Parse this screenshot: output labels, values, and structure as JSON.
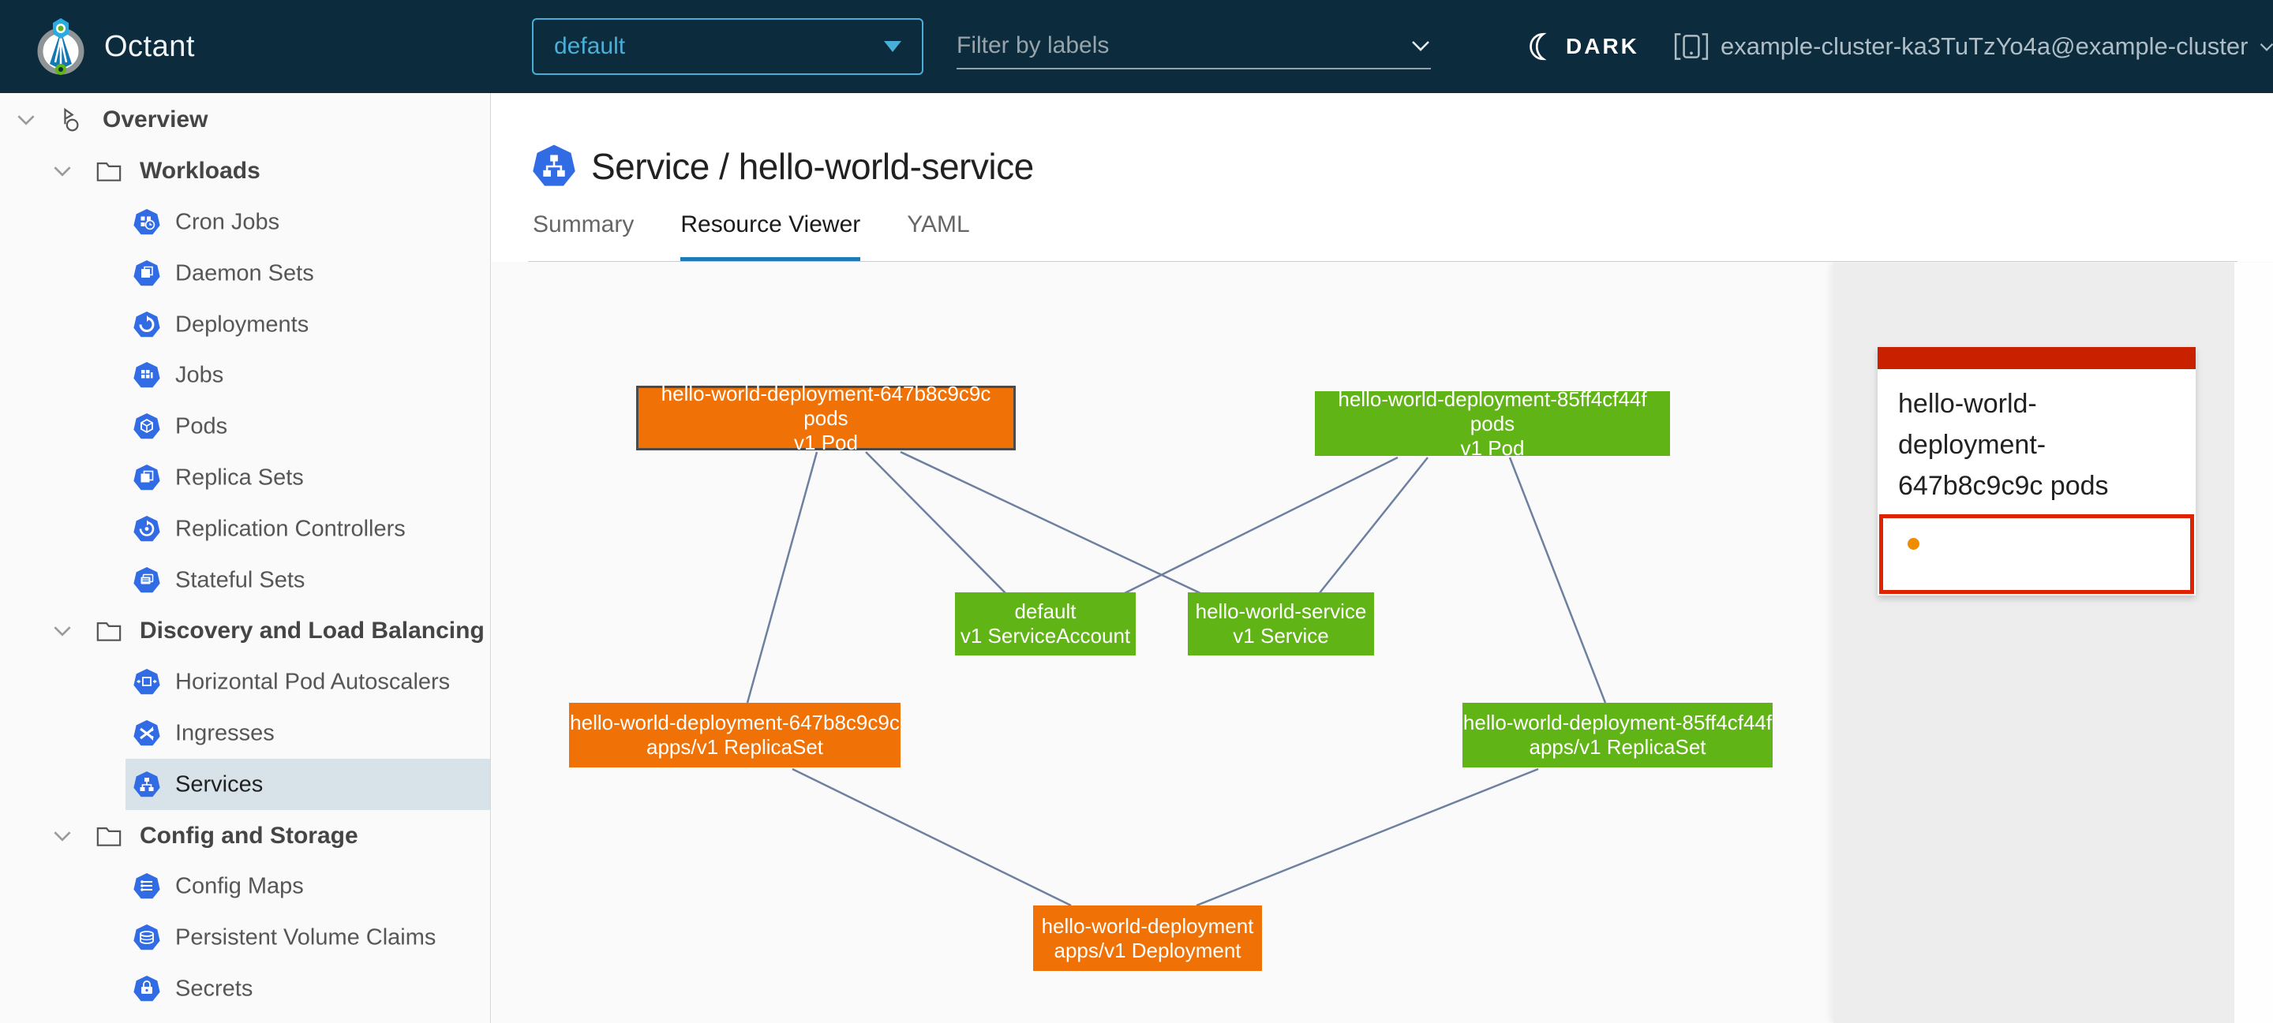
{
  "header": {
    "app_title": "Octant",
    "namespace_dropdown": {
      "value": "default"
    },
    "label_filter": {
      "placeholder": "Filter by labels"
    },
    "theme_toggle": {
      "label": "DARK"
    },
    "cluster_selector": {
      "value": "example-cluster-ka3TuTzYo4a@example-cluster"
    }
  },
  "sidebar": {
    "items": [
      {
        "label": "Overview",
        "level": 0,
        "type": "group"
      },
      {
        "label": "Workloads",
        "level": 1,
        "type": "group"
      },
      {
        "label": "Cron Jobs",
        "level": 2,
        "type": "item"
      },
      {
        "label": "Daemon Sets",
        "level": 2,
        "type": "item"
      },
      {
        "label": "Deployments",
        "level": 2,
        "type": "item"
      },
      {
        "label": "Jobs",
        "level": 2,
        "type": "item"
      },
      {
        "label": "Pods",
        "level": 2,
        "type": "item"
      },
      {
        "label": "Replica Sets",
        "level": 2,
        "type": "item"
      },
      {
        "label": "Replication Controllers",
        "level": 2,
        "type": "item"
      },
      {
        "label": "Stateful Sets",
        "level": 2,
        "type": "item"
      },
      {
        "label": "Discovery and Load Balancing",
        "level": 1,
        "type": "group"
      },
      {
        "label": "Horizontal Pod Autoscalers",
        "level": 2,
        "type": "item"
      },
      {
        "label": "Ingresses",
        "level": 2,
        "type": "item"
      },
      {
        "label": "Services",
        "level": 2,
        "type": "item",
        "selected": true
      },
      {
        "label": "Config and Storage",
        "level": 1,
        "type": "group"
      },
      {
        "label": "Config Maps",
        "level": 2,
        "type": "item"
      },
      {
        "label": "Persistent Volume Claims",
        "level": 2,
        "type": "item"
      },
      {
        "label": "Secrets",
        "level": 2,
        "type": "item"
      }
    ]
  },
  "page": {
    "title": "Service / hello-world-service",
    "tabs": [
      {
        "label": "Summary",
        "active": false
      },
      {
        "label": "Resource Viewer",
        "active": true
      },
      {
        "label": "YAML",
        "active": false
      }
    ]
  },
  "graph": {
    "nodes": [
      {
        "id": "pod-647",
        "name": "hello-world-deployment-647b8c9c9c pods",
        "type": "v1 Pod",
        "color": "#f07105",
        "status": "warning",
        "selected": true
      },
      {
        "id": "pod-85",
        "name": "hello-world-deployment-85ff4cf44f pods",
        "type": "v1 Pod",
        "color": "#61b415",
        "status": "ok",
        "selected": false
      },
      {
        "id": "serviceaccount",
        "name": "default",
        "type": "v1 ServiceAccount",
        "color": "#61b415",
        "status": "ok",
        "selected": false
      },
      {
        "id": "service",
        "name": "hello-world-service",
        "type": "v1 Service",
        "color": "#61b415",
        "status": "ok",
        "selected": false
      },
      {
        "id": "rs-647",
        "name": "hello-world-deployment-647b8c9c9c",
        "type": "apps/v1 ReplicaSet",
        "color": "#f07105",
        "status": "warning",
        "selected": false
      },
      {
        "id": "rs-85",
        "name": "hello-world-deployment-85ff4cf44f",
        "type": "apps/v1 ReplicaSet",
        "color": "#61b415",
        "status": "ok",
        "selected": false
      },
      {
        "id": "deployment",
        "name": "hello-world-deployment",
        "type": "apps/v1 Deployment",
        "color": "#f07105",
        "status": "warning",
        "selected": false
      }
    ],
    "edges": [
      [
        "pod-647",
        "rs-647"
      ],
      [
        "pod-647",
        "serviceaccount"
      ],
      [
        "pod-647",
        "service"
      ],
      [
        "pod-85",
        "serviceaccount"
      ],
      [
        "pod-85",
        "service"
      ],
      [
        "pod-85",
        "rs-85"
      ],
      [
        "rs-647",
        "deployment"
      ],
      [
        "rs-85",
        "deployment"
      ]
    ]
  },
  "detail_panel": {
    "card": {
      "title": "hello-world-deployment-647b8c9c9c pods",
      "header_color": "#c92100",
      "status_dot_color": "#f08c00"
    }
  },
  "icons": {
    "logo": "octant-logo",
    "theme": "moon-icon",
    "cluster": "host-icon",
    "chevrons": "chevron-down-icon",
    "groups": "folder-icon",
    "resources": "k8s-heptagon-icon"
  },
  "colors": {
    "header_bg": "#0c2b3c",
    "accent_blue": "#49afd9",
    "tab_active_underline": "#1e7ab8",
    "k8s_icon_blue": "#326ce5",
    "node_orange": "#f07105",
    "node_green": "#61b415",
    "alert_red": "#c92100",
    "alert_border_red": "#e12200",
    "edge_line": "#6e80a0",
    "sidebar_selected_bg": "#d8e3e9",
    "panel_bg": "#ededed"
  }
}
